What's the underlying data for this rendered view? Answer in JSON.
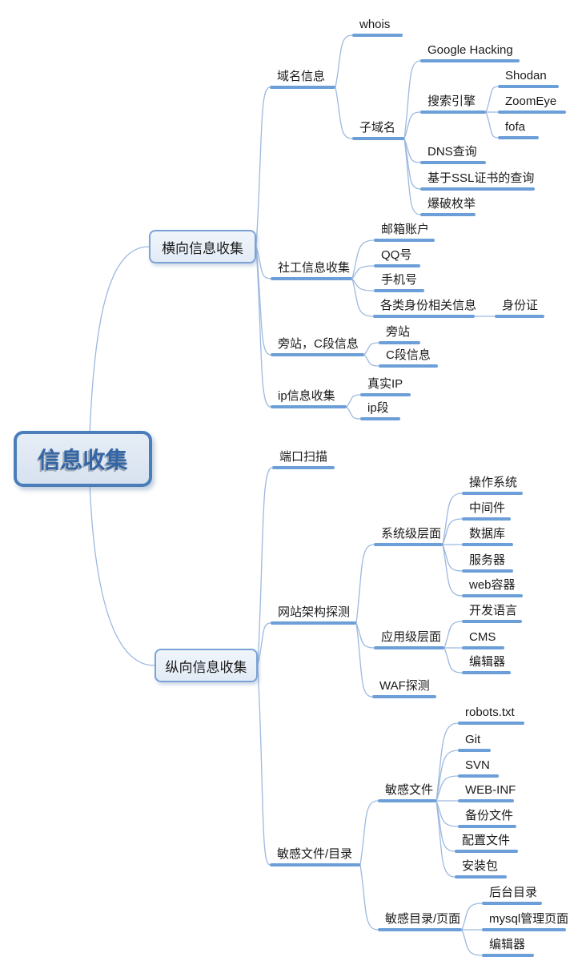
{
  "mindmap": {
    "title": "信息收集",
    "nodes": [
      {
        "id": "root",
        "parent": null,
        "label": "信息收集"
      },
      {
        "id": "h",
        "parent": "root",
        "label": "横向信息收集"
      },
      {
        "id": "h1",
        "parent": "h",
        "label": "域名信息"
      },
      {
        "id": "h1a",
        "parent": "h1",
        "label": "whois"
      },
      {
        "id": "h1b",
        "parent": "h1",
        "label": "子域名"
      },
      {
        "id": "h1b1",
        "parent": "h1b",
        "label": "Google Hacking"
      },
      {
        "id": "h1b2",
        "parent": "h1b",
        "label": "搜索引擎"
      },
      {
        "id": "h1b2a",
        "parent": "h1b2",
        "label": "Shodan"
      },
      {
        "id": "h1b2b",
        "parent": "h1b2",
        "label": "ZoomEye"
      },
      {
        "id": "h1b2c",
        "parent": "h1b2",
        "label": "fofa"
      },
      {
        "id": "h1b3",
        "parent": "h1b",
        "label": "DNS查询"
      },
      {
        "id": "h1b4",
        "parent": "h1b",
        "label": "基于SSL证书的查询"
      },
      {
        "id": "h1b5",
        "parent": "h1b",
        "label": "爆破枚举"
      },
      {
        "id": "h2",
        "parent": "h",
        "label": "社工信息收集"
      },
      {
        "id": "h2a",
        "parent": "h2",
        "label": "邮箱账户"
      },
      {
        "id": "h2b",
        "parent": "h2",
        "label": "QQ号"
      },
      {
        "id": "h2c",
        "parent": "h2",
        "label": "手机号"
      },
      {
        "id": "h2d",
        "parent": "h2",
        "label": "各类身份相关信息"
      },
      {
        "id": "h2d1",
        "parent": "h2d",
        "label": "身份证"
      },
      {
        "id": "h3",
        "parent": "h",
        "label": "旁站，C段信息"
      },
      {
        "id": "h3a",
        "parent": "h3",
        "label": "旁站"
      },
      {
        "id": "h3b",
        "parent": "h3",
        "label": "C段信息"
      },
      {
        "id": "h4",
        "parent": "h",
        "label": "ip信息收集"
      },
      {
        "id": "h4a",
        "parent": "h4",
        "label": "真实IP"
      },
      {
        "id": "h4b",
        "parent": "h4",
        "label": "ip段"
      },
      {
        "id": "v",
        "parent": "root",
        "label": "纵向信息收集"
      },
      {
        "id": "v1",
        "parent": "v",
        "label": "端口扫描"
      },
      {
        "id": "v2",
        "parent": "v",
        "label": "网站架构探测"
      },
      {
        "id": "v2a",
        "parent": "v2",
        "label": "系统级层面"
      },
      {
        "id": "v2a1",
        "parent": "v2a",
        "label": "操作系统"
      },
      {
        "id": "v2a2",
        "parent": "v2a",
        "label": "中间件"
      },
      {
        "id": "v2a3",
        "parent": "v2a",
        "label": "数据库"
      },
      {
        "id": "v2a4",
        "parent": "v2a",
        "label": "服务器"
      },
      {
        "id": "v2a5",
        "parent": "v2a",
        "label": "web容器"
      },
      {
        "id": "v2b",
        "parent": "v2",
        "label": "应用级层面"
      },
      {
        "id": "v2b1",
        "parent": "v2b",
        "label": "开发语言"
      },
      {
        "id": "v2b2",
        "parent": "v2b",
        "label": "CMS"
      },
      {
        "id": "v2b3",
        "parent": "v2b",
        "label": "编辑器"
      },
      {
        "id": "v2c",
        "parent": "v2",
        "label": "WAF探测"
      },
      {
        "id": "v3",
        "parent": "v",
        "label": "敏感文件/目录"
      },
      {
        "id": "v3a",
        "parent": "v3",
        "label": "敏感文件"
      },
      {
        "id": "v3a1",
        "parent": "v3a",
        "label": "robots.txt"
      },
      {
        "id": "v3a2",
        "parent": "v3a",
        "label": "Git"
      },
      {
        "id": "v3a3",
        "parent": "v3a",
        "label": "SVN"
      },
      {
        "id": "v3a4",
        "parent": "v3a",
        "label": "WEB-INF"
      },
      {
        "id": "v3a5",
        "parent": "v3a",
        "label": "备份文件"
      },
      {
        "id": "v3a6",
        "parent": "v3a",
        "label": "配置文件"
      },
      {
        "id": "v3a7",
        "parent": "v3a",
        "label": "安装包"
      },
      {
        "id": "v3b",
        "parent": "v3",
        "label": "敏感目录/页面"
      },
      {
        "id": "v3b1",
        "parent": "v3b",
        "label": "后台目录"
      },
      {
        "id": "v3b2",
        "parent": "v3b",
        "label": "mysql管理页面"
      },
      {
        "id": "v3b3",
        "parent": "v3b",
        "label": "编辑器"
      }
    ]
  },
  "colors": {
    "branch_line": "#6c9fd8",
    "connector": "#9db9df",
    "box_border": "#7ba2d7",
    "box_fill": "#e7eef8",
    "root_border": "#4a7ebb",
    "root_fill": "#dce6f2",
    "root_text": "#3465a4",
    "text": "#1a1a1a",
    "background": "#ffffff"
  }
}
